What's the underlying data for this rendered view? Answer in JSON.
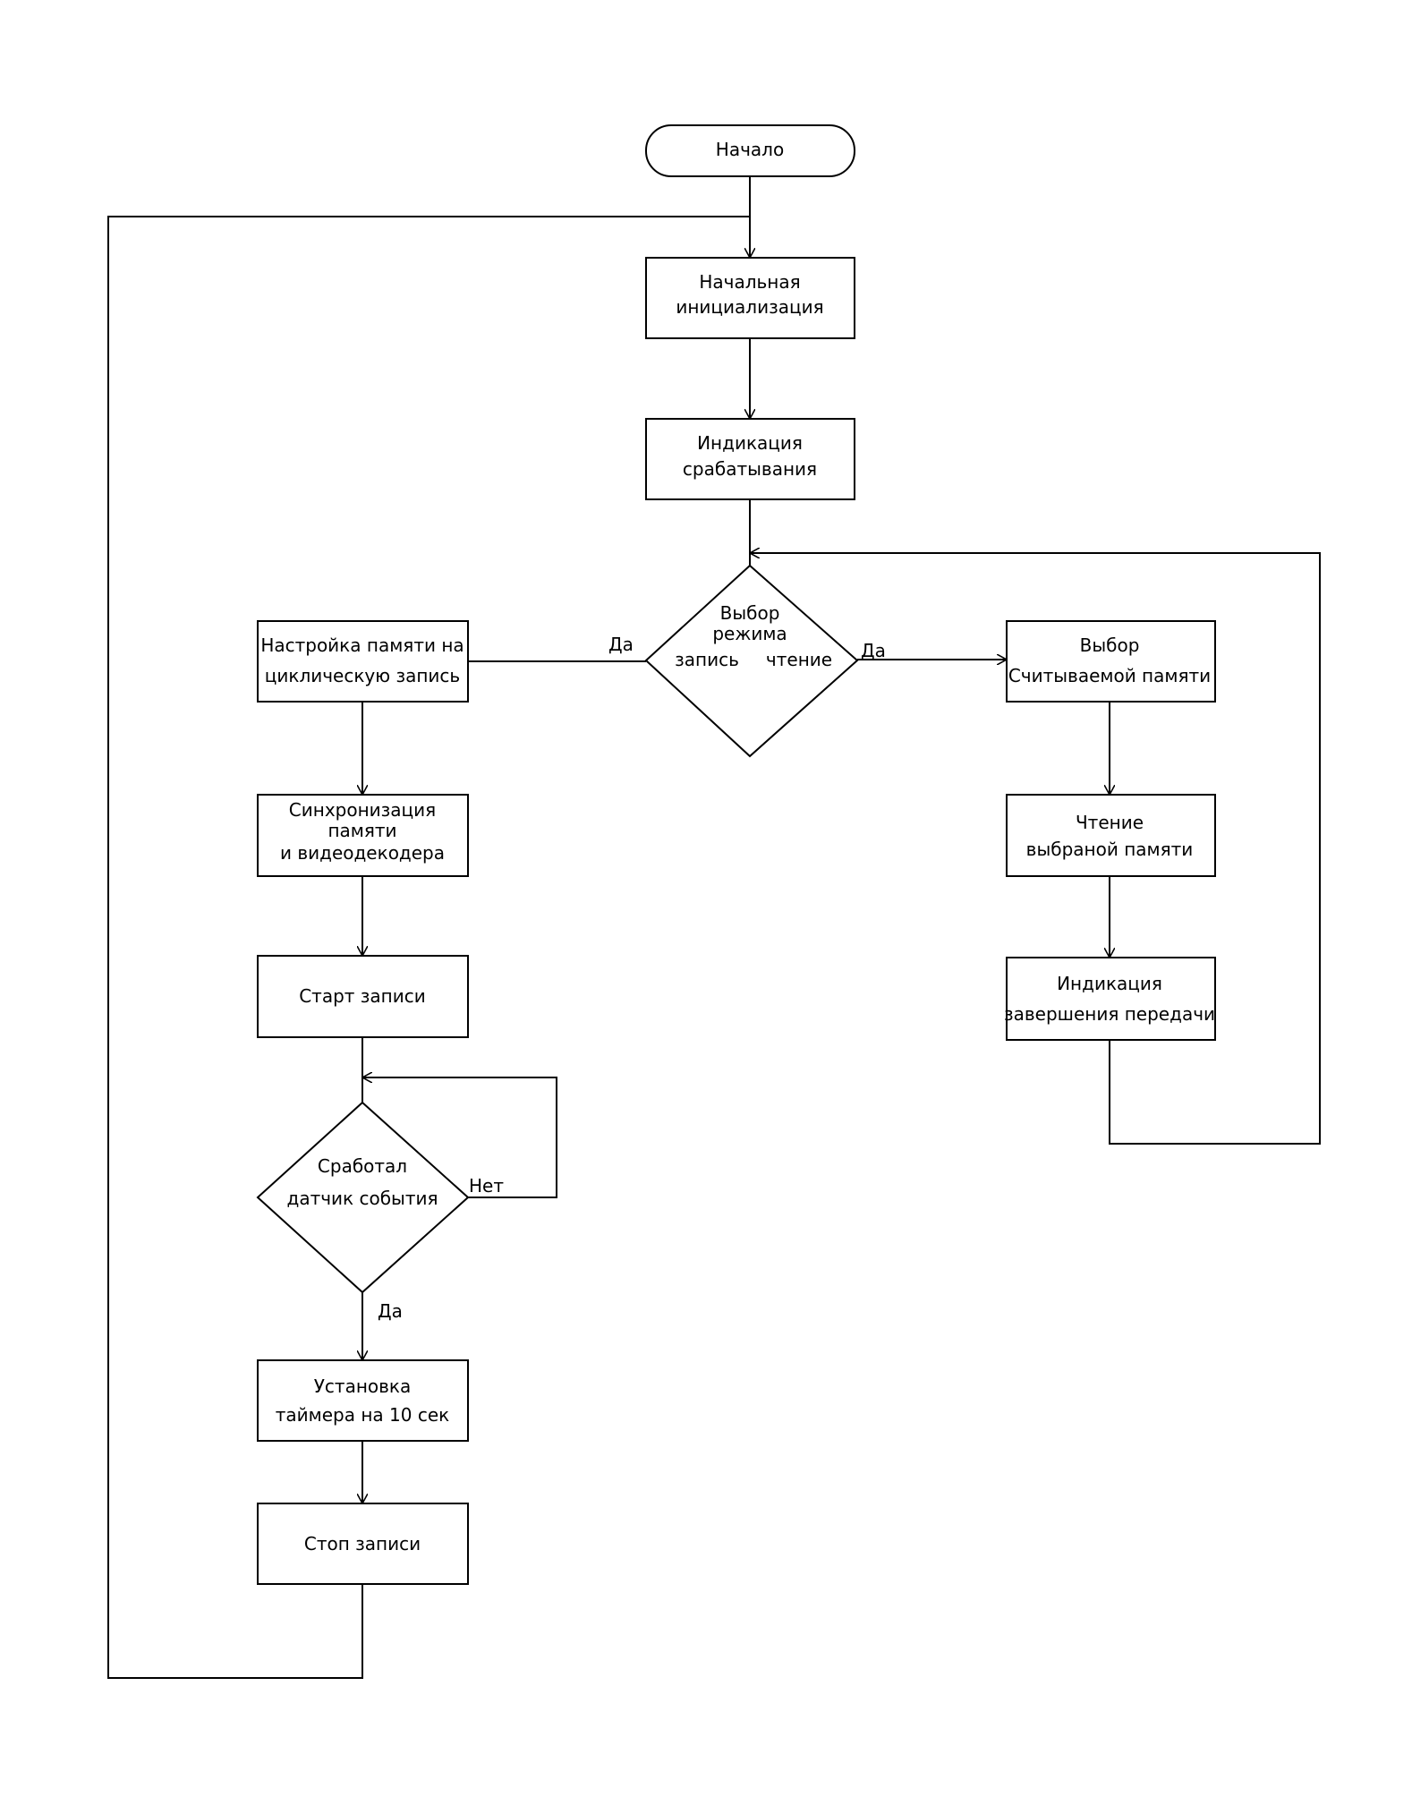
{
  "nodes": {
    "start": "Начало",
    "init": [
      "Начальная",
      "инициализация"
    ],
    "indication": [
      "Индикация",
      "срабатывания"
    ],
    "mode_select": [
      "Выбор",
      "режима"
    ],
    "mode_write": "запись",
    "mode_read": "чтение",
    "mem_cyclic": [
      "Настройка памяти на",
      "циклическую запись"
    ],
    "sync": [
      "Синхронизация",
      "памяти",
      "и видеодекодера"
    ],
    "rec_start": "Старт записи",
    "sensor": [
      "Сработал",
      "датчик события"
    ],
    "timer": [
      "Установка",
      "таймера на 10 сек"
    ],
    "rec_stop": "Стоп записи",
    "read_select": [
      "Выбор",
      "Считываемой памяти"
    ],
    "read_mem": [
      "Чтение",
      "выбраной памяти"
    ],
    "done_ind": [
      "Индикация",
      "завершения передачи"
    ]
  },
  "edge_labels": {
    "write_yes": "Да",
    "read_yes": "Да",
    "sensor_no": "Нет",
    "sensor_yes": "Да"
  }
}
